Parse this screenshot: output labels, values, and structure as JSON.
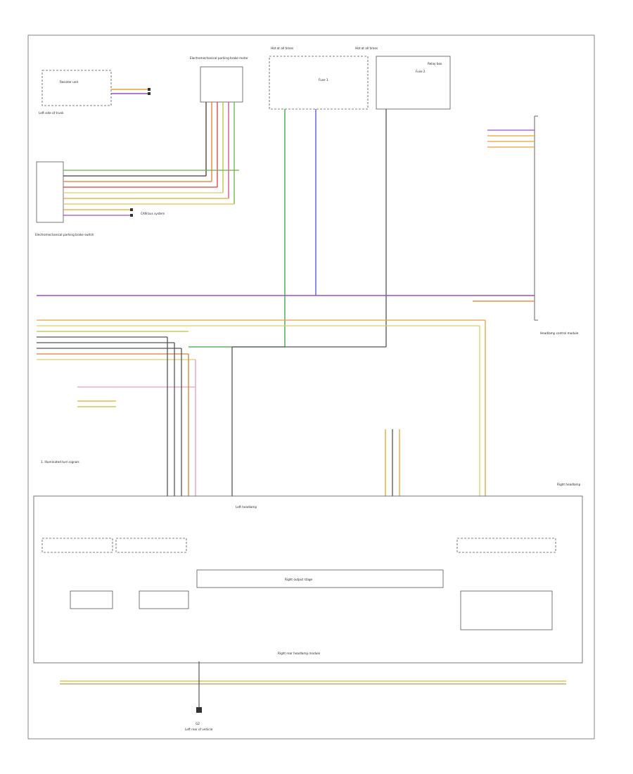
{
  "diagram": {
    "footer_code": "",
    "labels": {
      "resistor_label": "Resistor unit",
      "resistor_sub": "Left side of trunk",
      "motor_label": "Electromechanical parking brake motor",
      "fuse_a_title": "Hot at all times",
      "fuse_b_title": "Hot at all times",
      "fuse_a_sub": "Fuse 1",
      "fuse_b_sub": "Fuse 2",
      "relay_box": "Relay box",
      "switch_label": "Electromechanical parking brake switch",
      "canbus_label": "CAN bus system",
      "module_right": "Headlamp control module",
      "ground_label": "G2",
      "ground_sub": "Left rear of vehicle",
      "bottom_conn": "Right rear headlamp module",
      "right_conn": "Right headlamp",
      "left_conn": "Left headlamp",
      "mid_label": "Right output stage",
      "note": "1. Illuminated turn signals"
    }
  }
}
